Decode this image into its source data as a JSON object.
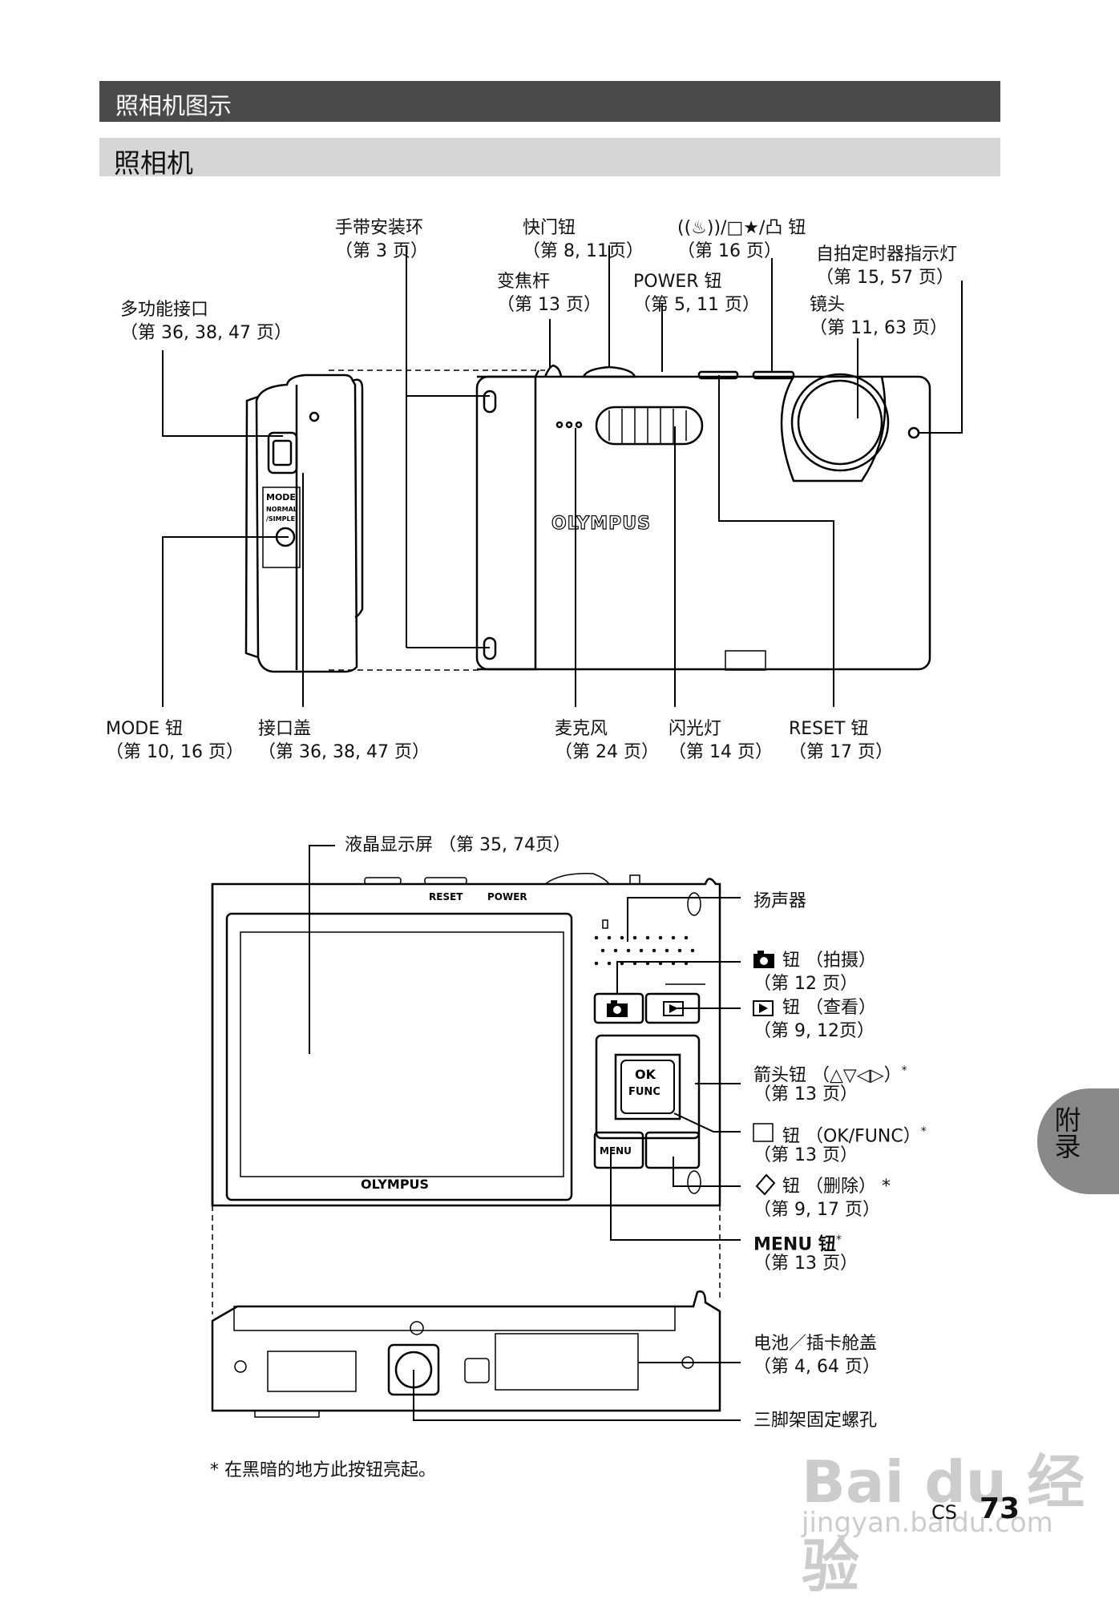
{
  "header": {
    "section_title": "照相机图示",
    "subsection_title": "照相机"
  },
  "top_labels": {
    "strap": {
      "name": "手带安装环",
      "page": "（第 3 页）"
    },
    "shutter": {
      "name": "快门钮",
      "page": "（第 8, 11页）"
    },
    "stab": {
      "name": "((♨))/□★/凸 钮",
      "page": "（第 16 页）"
    },
    "timer": {
      "name": "自拍定时器指示灯",
      "page": "（第 15, 57 页）"
    },
    "zoom": {
      "name": "变焦杆",
      "page": "（第 13 页）"
    },
    "power": {
      "name": "POWER 钮",
      "page": "（第 5, 11 页）"
    },
    "multi": {
      "name": "多功能接口",
      "page": "（第 36, 38, 47 页）"
    },
    "lens": {
      "name": "镜头",
      "page": "（第 11, 63 页）"
    },
    "mode": {
      "name": "MODE 钮",
      "page": "（第 10, 16 页）"
    },
    "cover": {
      "name": "接口盖",
      "page": "（第 36, 38, 47 页）"
    },
    "mic": {
      "name": "麦克风",
      "page": "（第 24 页）"
    },
    "flash": {
      "name": "闪光灯",
      "page": "（第 14 页）"
    },
    "reset": {
      "name": "RESET 钮",
      "page": "（第 17 页）"
    }
  },
  "camera_text": {
    "brand": "OLYMPUS",
    "mode_label": "MODE",
    "mode_sub1": "NORMAL",
    "mode_sub2": "/SIMPLE",
    "btn_reset": "RESET",
    "btn_power": "POWER",
    "btn_ok": "OK",
    "btn_func": "FUNC",
    "btn_menu": "MENU"
  },
  "back_labels": {
    "lcd": "液晶显示屏 （第 35, 74页）",
    "speaker": "扬声器",
    "shoot": {
      "name": "钮 （拍摄）",
      "page": "（第 12 页）"
    },
    "view": {
      "name": "钮 （查看）",
      "page": "（第 9, 12页）"
    },
    "arrows": {
      "name": "箭头钮 （△▽◁▷）",
      "page": "（第 13 页）"
    },
    "okfunc": {
      "name": "钮 （OK/FUNC）",
      "page": "（第 13 页）"
    },
    "erase": {
      "name": "钮 （删除）",
      "page": "（第 9, 17 页）"
    },
    "menu": {
      "name": "MENU 钮",
      "page": "（第 13 页）"
    },
    "battery": {
      "name": "电池／插卡舱盖",
      "page": "（第 4, 64 页）"
    },
    "tripod": "三脚架固定螺孔"
  },
  "footnote": "* 在黑暗的地方此按钮亮起。",
  "side_tab": "附录",
  "page_code": "CS",
  "page_number": "73",
  "watermark": {
    "main": "Bai du 经验",
    "url": "jingyan.baidu.com"
  }
}
